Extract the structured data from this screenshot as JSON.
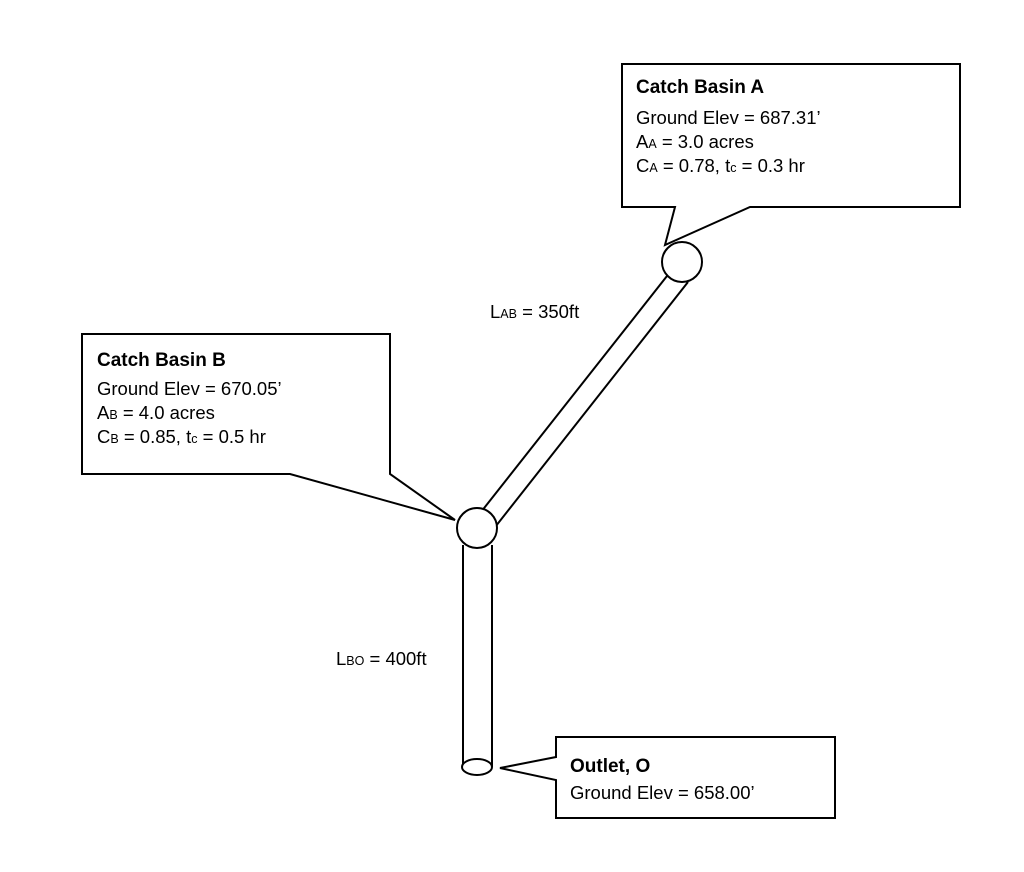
{
  "nodes": {
    "basin_a": {
      "title": "Catch Basin A",
      "ground_elev": "Ground Elev = 687.31’",
      "area_sym": "A",
      "area_sub": "A",
      "area_rest": " = 3.0 acres",
      "c_sym": "C",
      "c_sub": "A",
      "c_mid": " = 0.78, t",
      "tc_sub": "c",
      "tc_rest": " = 0.3 hr"
    },
    "basin_b": {
      "title": "Catch Basin B",
      "ground_elev": "Ground Elev = 670.05’",
      "area_sym": "A",
      "area_sub": "B",
      "area_rest": " = 4.0 acres",
      "c_sym": "C",
      "c_sub": "B",
      "c_mid": " = 0.85, t",
      "tc_sub": "c",
      "tc_rest": " = 0.5 hr"
    },
    "outlet": {
      "title": "Outlet, O",
      "ground_elev": "Ground Elev = 658.00’"
    }
  },
  "pipes": {
    "ab": {
      "sym": "L",
      "sub": "AB",
      "rest": " = 350ft"
    },
    "bo": {
      "sym": "L",
      "sub": "BO",
      "rest": " = 400ft"
    }
  },
  "colors": {
    "stroke": "#000000",
    "fill": "#ffffff"
  }
}
